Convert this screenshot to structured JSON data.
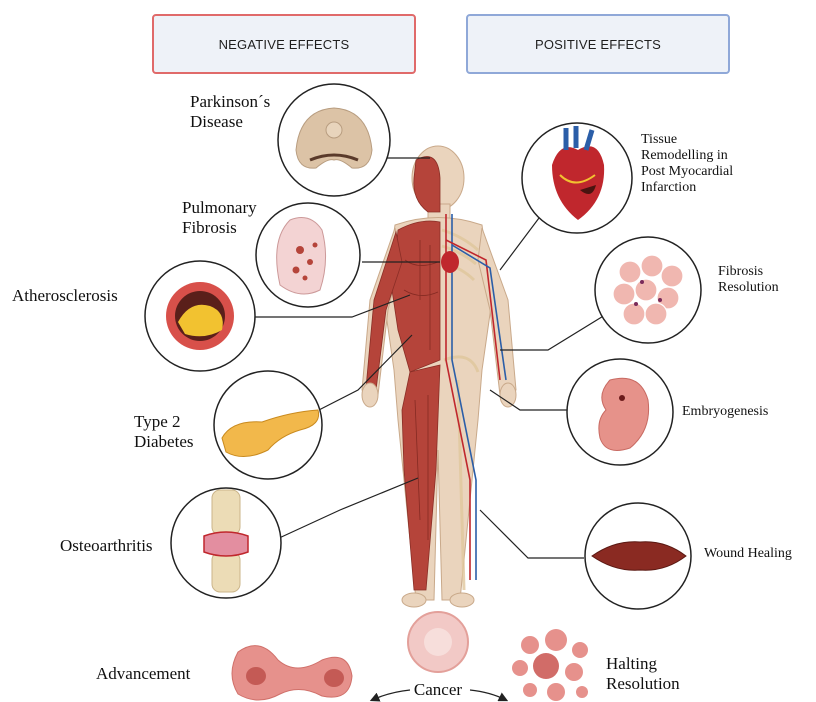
{
  "headers": {
    "negative": "NEGATIVE EFFECTS",
    "positive": "POSITIVE EFFECTS"
  },
  "negative_effects": [
    {
      "label_lines": [
        "Parkinson´s",
        "Disease"
      ],
      "icon": "brain-section-icon"
    },
    {
      "label_lines": [
        "Pulmonary",
        "Fibrosis"
      ],
      "icon": "lung-icon"
    },
    {
      "label_lines": [
        "Atherosclerosis"
      ],
      "icon": "artery-plaque-icon"
    },
    {
      "label_lines": [
        "Type 2",
        "Diabetes"
      ],
      "icon": "pancreas-icon"
    },
    {
      "label_lines": [
        "Osteoarthritis"
      ],
      "icon": "knee-joint-icon"
    }
  ],
  "positive_effects": [
    {
      "label_lines": [
        "Tissue",
        "Remodelling in",
        "Post Myocardial",
        "Infarction"
      ],
      "icon": "heart-icon"
    },
    {
      "label_lines": [
        "Fibrosis",
        "Resolution"
      ],
      "icon": "tissue-cells-icon"
    },
    {
      "label_lines": [
        "Embryogenesis"
      ],
      "icon": "embryo-icon"
    },
    {
      "label_lines": [
        "Wound Healing"
      ],
      "icon": "wound-icon"
    }
  ],
  "cancer": {
    "center_label": "Cancer",
    "left_label": "Advancement",
    "right_label_lines": [
      "Halting",
      "Resolution"
    ]
  },
  "colors": {
    "negative_border": "#e06a6a",
    "positive_border": "#8fa8d8",
    "header_fill": "#eef2f8",
    "muscle": "#b5443a",
    "skin": "#e8c9a8"
  }
}
